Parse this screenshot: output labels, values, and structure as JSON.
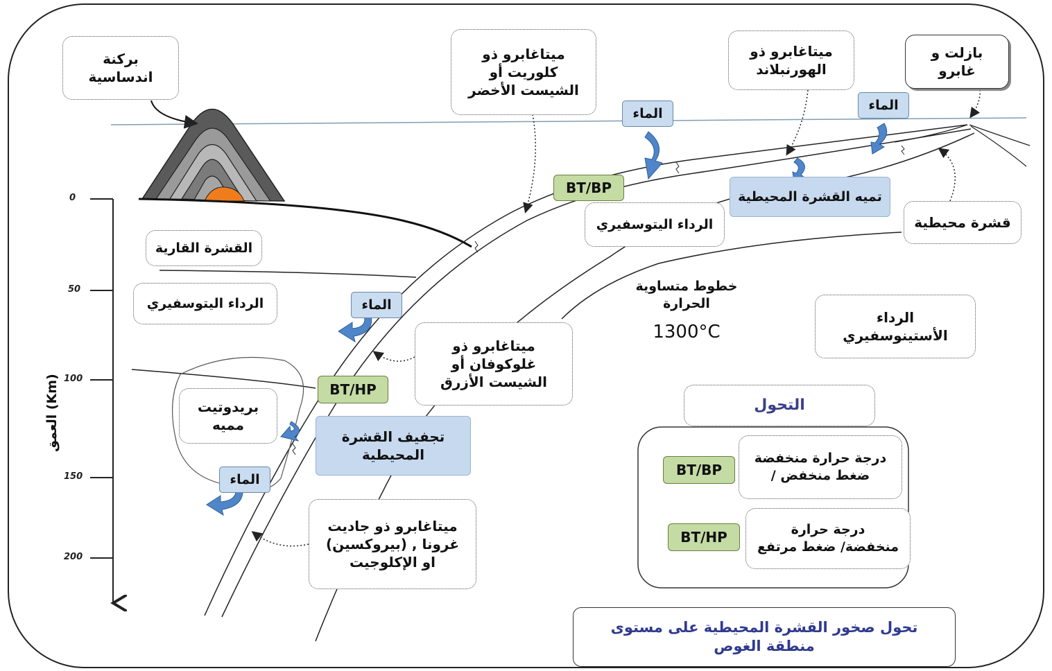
{
  "labels": {
    "volcano": "بركنة\nاندساسية",
    "metagabbro_chlorite": "ميتاغابرو ذو\nكلوريت أو\nالشيست الأخضر",
    "metagabbro_hornblende": "ميتاغابرو ذو\nالهورنبلاند",
    "basalt_gabbro": "بازلت و\nغابرو",
    "continental_crust": "القشرة القارية",
    "lithospheric_mantle_left": "الرداء اليتوسفيري",
    "lithospheric_mantle_right": "الرداء اليتوسفيري",
    "oceanic_crust": "قشرة محيطية",
    "ocean_crust_hydration": "تميه القشرة المحيطية",
    "isotherms_line1": "خطوط متساوية",
    "isotherms_line2": "الحرارة",
    "isotherm_value": "1300°C",
    "asthenosphere": "الرداء\nالأستينوسفيري",
    "metagabbro_glaucophane": "ميتاغابرو ذو\nغلوكوفان أو\nالشيست الأزرق",
    "hydrated_peridotite": "بريدوتيت\nمميه",
    "ocean_crust_dehydration": "تجفيف القشرة\nالمحيطية",
    "metagabbro_jadeite": "ميتاغابرو ذو جاديت\n(بيروكسين) , غرونا\nاو الإكلوجيت",
    "water": "الماء",
    "bt_bp": "BT/BP",
    "bt_hp": "BT/HP"
  },
  "legend": {
    "title": "التحول",
    "bt_bp_label": "BT/BP",
    "bt_bp_desc": "درجة حرارة منخفضة\n/ ضغط منخفض",
    "bt_hp_label": "BT/HP",
    "bt_hp_desc": "درجة حرارة\nمنخفضة/ ضغط مرتفع"
  },
  "caption": "تحول صخور القشرة المحيطية على مستوى\nمنطقة الغوص",
  "depth_axis": {
    "title": "العمق (Km)",
    "ticks": [
      "0",
      "50",
      "100",
      "150",
      "200"
    ]
  },
  "colors": {
    "water_box": "#c9dcf0",
    "green_box": "#c4dba4",
    "blue_box": "#c6d9ef",
    "water_arrow": "#4f86c9",
    "sea_line": "#7f9db5",
    "magma": "#f07d1c"
  }
}
